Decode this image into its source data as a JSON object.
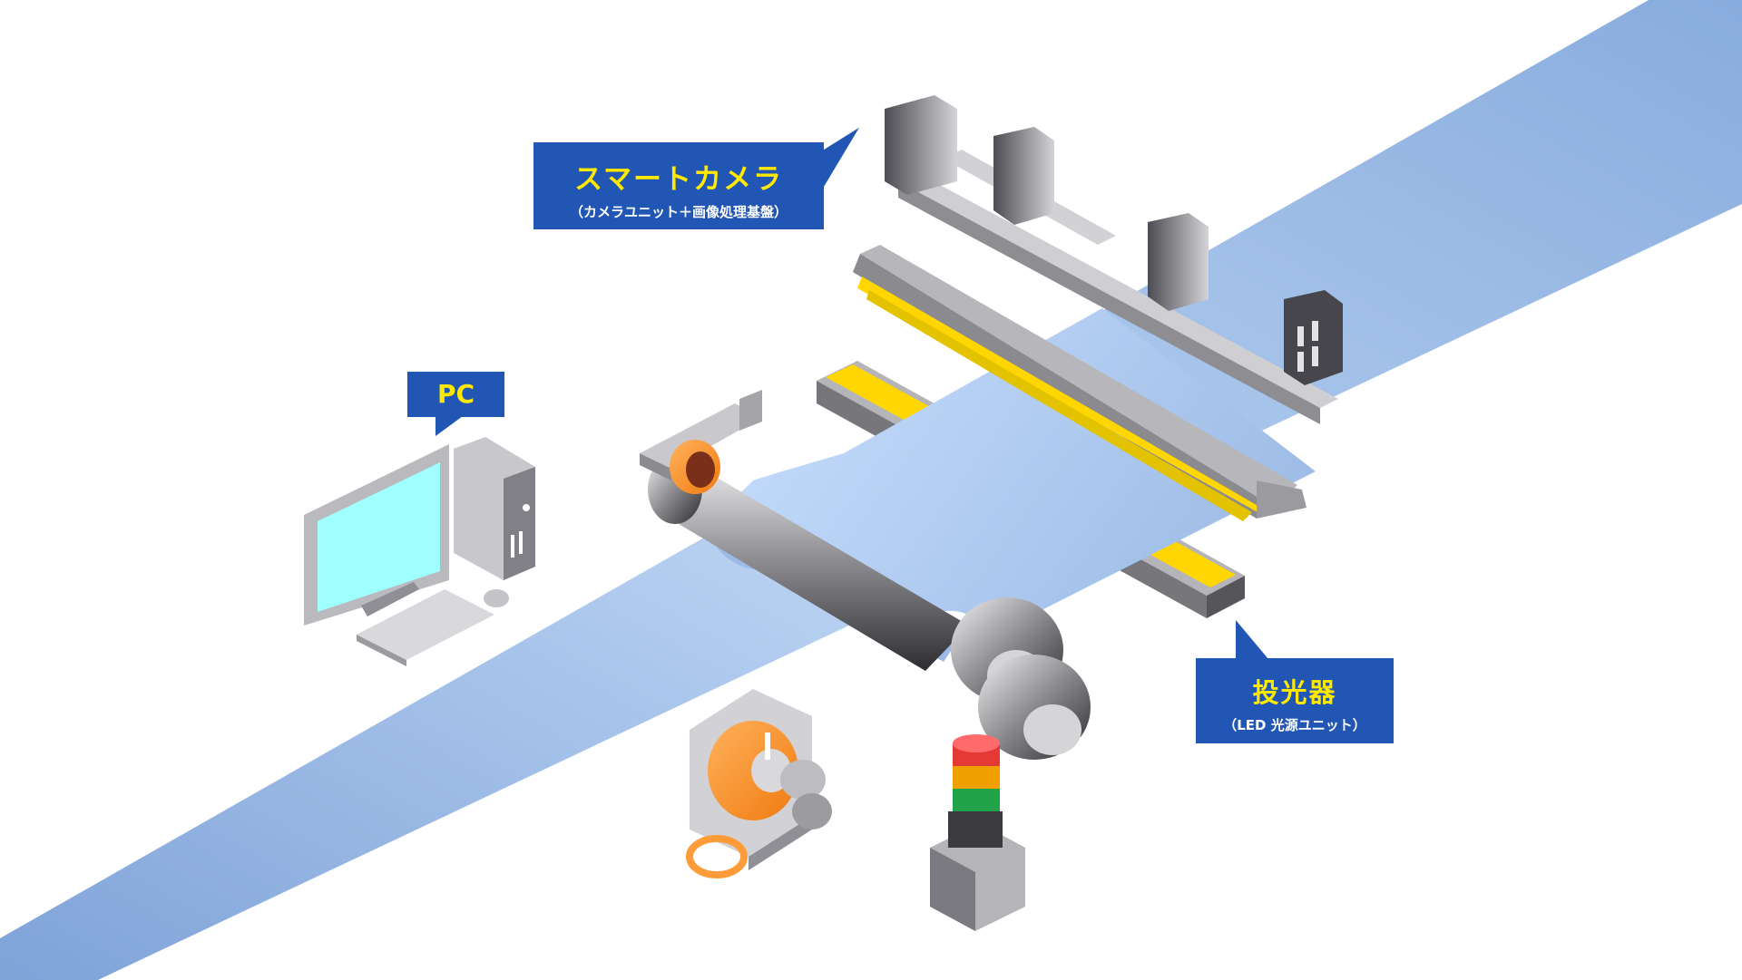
{
  "callouts": {
    "camera": {
      "title": "スマートカメラ",
      "subtitle": "（カメラユニット＋画像処理基盤）"
    },
    "pc": {
      "title": "PC"
    },
    "led": {
      "title": "投光器",
      "subtitle": "（LED 光源ユニット）"
    }
  },
  "colors": {
    "callout_bg": "#2156b4",
    "callout_title": "#ffe900",
    "conveyor": "#8fb0de",
    "web": "#b7d3f5",
    "light": "#ffd600",
    "metal": "#9b9ba0",
    "orange": "#ff8c1a"
  },
  "components": [
    "smart-camera",
    "led-light-bar",
    "web-material",
    "rollers",
    "motor-drive",
    "signal-tower",
    "pc-monitor",
    "pc-tower",
    "keyboard",
    "mouse",
    "encoder-sensor"
  ]
}
